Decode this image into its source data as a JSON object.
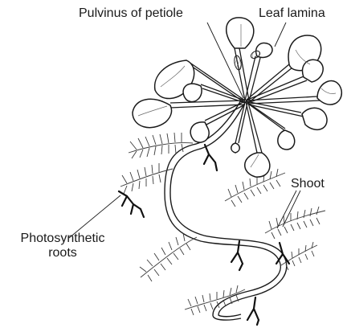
{
  "labels": {
    "pulvinus": "Pulvinus of petiole",
    "lamina": "Leaf lamina",
    "shoot": "Shoot",
    "roots_line1": "Photosynthetic",
    "roots_line2": "roots"
  },
  "colors": {
    "ink": "#1a1a1a",
    "background": "#ffffff"
  }
}
